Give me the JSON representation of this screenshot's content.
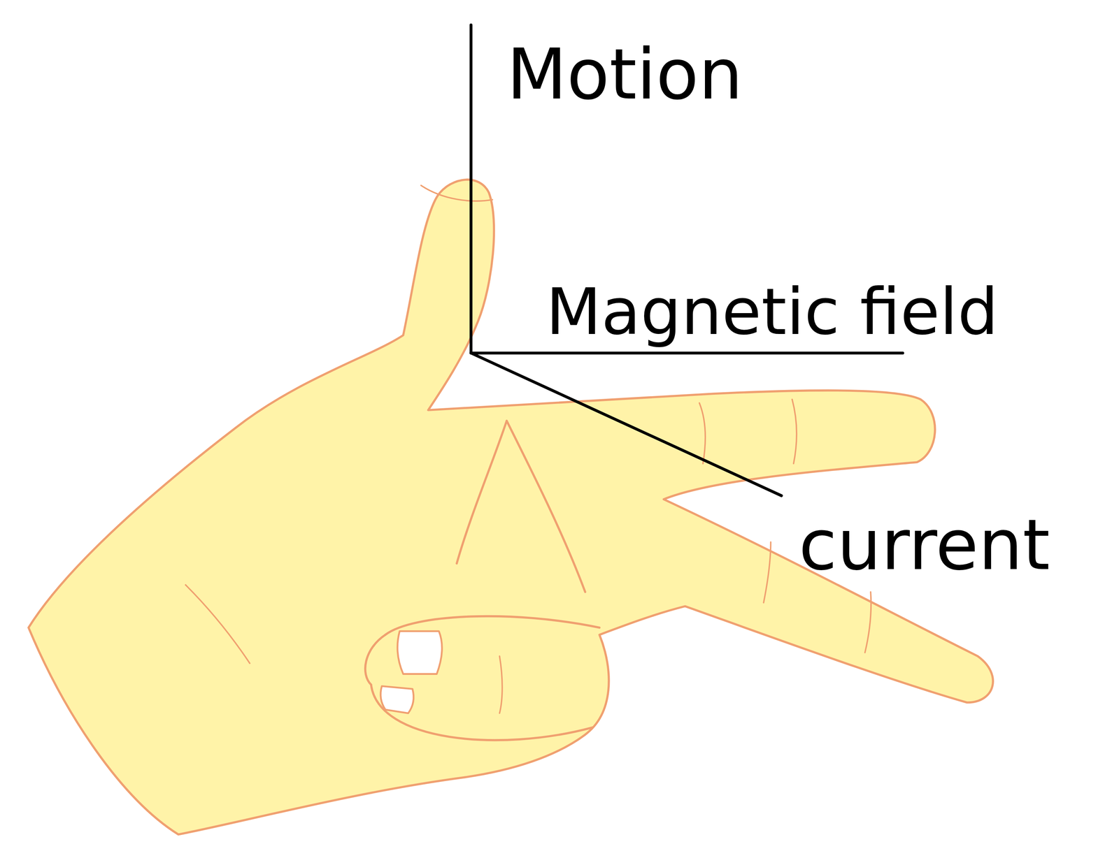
{
  "diagram": {
    "labels": [
      "Motion",
      "Magnetic field",
      "current"
    ]
  }
}
